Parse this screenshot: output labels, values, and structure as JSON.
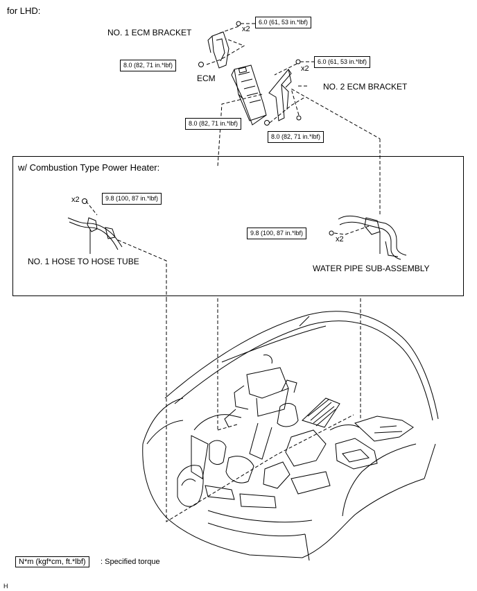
{
  "header": {
    "variant": "for LHD:"
  },
  "parts": {
    "no1_ecm_bracket": "NO. 1 ECM BRACKET",
    "ecm": "ECM",
    "no2_ecm_bracket": "NO. 2 ECM BRACKET",
    "no1_hose": "NO. 1 HOSE TO HOSE TUBE",
    "water_pipe": "WATER PIPE SUB-ASSEMBLY"
  },
  "torques": {
    "t1": "6.0 (61, 53 in.*lbf)",
    "t2": "8.0 (82, 71 in.*lbf)",
    "t3": "6.0 (61, 53 in.*lbf)",
    "t4": "8.0 (82, 71 in.*lbf)",
    "t5": "8.0 (82, 71 in.*lbf)",
    "t6": "9.8 (100, 87 in.*lbf)",
    "t7": "9.8 (100, 87 in.*lbf)"
  },
  "quantities": {
    "q1": "x2",
    "q2": "x2",
    "q3": "x2",
    "q4": "x2"
  },
  "inset": {
    "title": "w/ Combustion Type Power Heater:"
  },
  "legend": {
    "unit": "N*m (kgf*cm, ft.*lbf)",
    "meaning": ": Specified torque"
  },
  "footer": {
    "code": "H"
  }
}
